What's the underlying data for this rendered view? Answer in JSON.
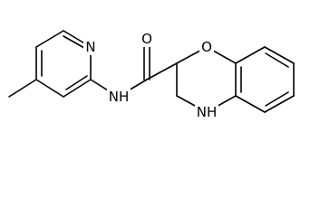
{
  "structure": {
    "atom_labels": {
      "pyridine_nitrogen": "N",
      "amide_oxygen": "O",
      "amide_nitrogen": "NH",
      "ring_oxygen": "O",
      "ring_nitrogen": "NH"
    },
    "colors": {
      "bond": "#000000",
      "text": "#000000",
      "background": "#ffffff"
    }
  }
}
